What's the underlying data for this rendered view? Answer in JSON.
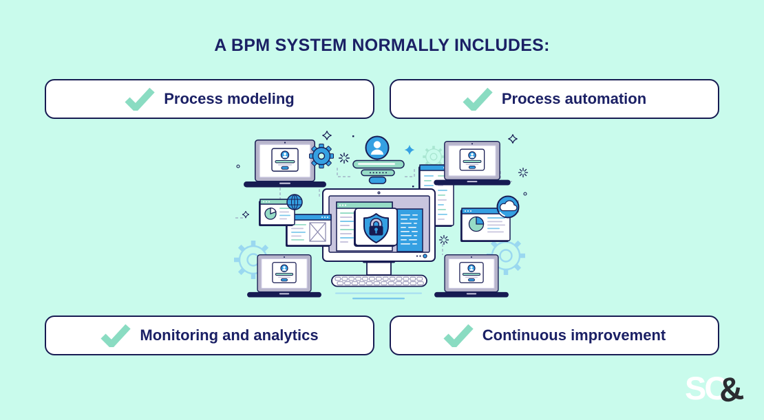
{
  "title": "A BPM SYSTEM NORMALLY INCLUDES:",
  "features": [
    {
      "label": "Process modeling"
    },
    {
      "label": "Process automation"
    },
    {
      "label": "Monitoring and analytics"
    },
    {
      "label": "Continuous improvement"
    }
  ],
  "logo": {
    "primary": "SC",
    "amp": "&"
  },
  "palette": {
    "bg": "#c9fbec",
    "navy": "#171b52",
    "text": "#1b2065",
    "check": "#8adcc2",
    "blue": "#35a0e2",
    "teal": "#96dcc6",
    "lavender": "#c8c5de",
    "frame": "#b7b5cb",
    "line-blue": "#7cc8ec",
    "line-light": "#a9dff2",
    "outline-blue": "#9ad8f0",
    "outline-mint": "#a9e6d1",
    "dash": "#9aa6c0",
    "amp": "#2b2b31",
    "key": "#8d8bb0"
  },
  "illustration_icons": [
    "laptop-icon",
    "monitor-icon",
    "shield-lock-icon",
    "user-avatar-icon",
    "login-form-icon",
    "gear-icon",
    "globe-icon",
    "cloud-icon",
    "pie-chart-icon",
    "browser-window-icon",
    "document-window-icon",
    "keyboard-icon",
    "sparkle-icon",
    "burst-icon",
    "checkmark-icon"
  ]
}
